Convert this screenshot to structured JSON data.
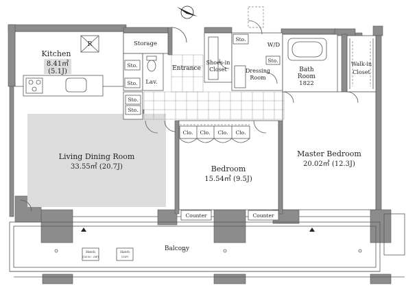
{
  "rooms": {
    "kitchen": {
      "name": "Kitchen",
      "area": "8.41㎡",
      "size": "(5.1J)"
    },
    "living": {
      "name": "Living Dining Room",
      "area": "33.55㎡ (20.7J)"
    },
    "bedroom": {
      "name": "Bedroom",
      "area": "15.54㎡ (9.5J)"
    },
    "master": {
      "name": "Master Bedroom",
      "area": "20.02㎡ (12.3J)"
    },
    "bath": {
      "line1": "Bath",
      "line2": "Room",
      "line3": "1822"
    },
    "walkin": {
      "line1": "Walk-in",
      "line2": "Closet"
    },
    "shoes": {
      "line1": "Shoes-in",
      "line2": "Closet"
    },
    "dressing": {
      "line1": "Dressing",
      "line2": "Room"
    },
    "storage": "Storage",
    "entrance": "Entrance",
    "lav": "Lav.",
    "wd": "W/D",
    "r": "R",
    "balcony": "Balcony"
  },
  "labels": {
    "sto": "Sto.",
    "clo": "Clo.",
    "counter": "Counter",
    "hatch1_a": "Hatch",
    "hatch1_b": "(14-16・20F)",
    "hatch2_a": "Hatch",
    "hatch2_b": "(15F)"
  },
  "icons": [
    "north-arrow-icon",
    "toilet-icon",
    "bathtub-icon",
    "stove-icon",
    "sink-icon"
  ]
}
